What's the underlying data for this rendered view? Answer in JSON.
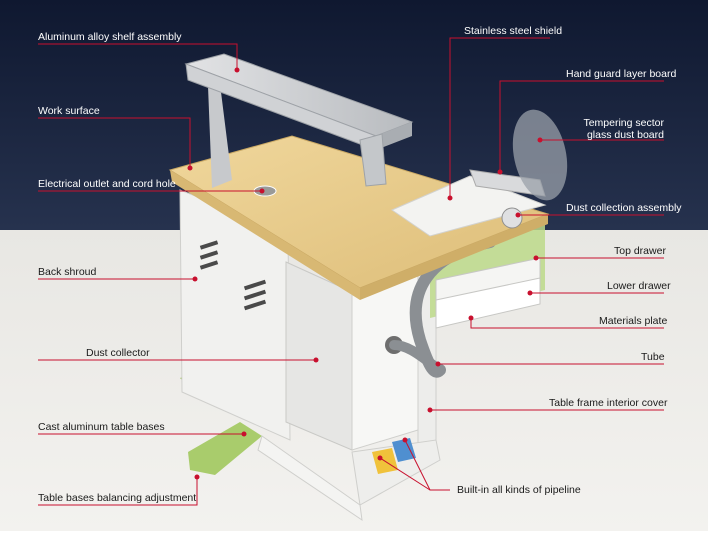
{
  "labels": {
    "aluminum_shelf": "Aluminum alloy shelf assembly",
    "work_surface": "Work surface",
    "outlet": "Electrical outlet and cord hole",
    "back_shroud": "Back shroud",
    "dust_collector": "Dust collector",
    "table_bases": "Cast aluminum table bases",
    "balancing": "Table bases balancing adjustment",
    "steel_shield": "Stainless steel shield",
    "hand_guard": "Hand guard layer board",
    "tempering_line1": "Tempering sector",
    "tempering_line2": "glass dust board",
    "dust_assembly": "Dust collection assembly",
    "top_drawer": "Top drawer",
    "lower_drawer": "Lower drawer",
    "materials_plate": "Materials plate",
    "tube": "Tube",
    "frame_cover": "Table frame interior cover",
    "pipeline": "Built-in all kinds of pipeline"
  },
  "colors": {
    "background_top": "#16213b",
    "background_bottom": "#eceae6",
    "leader_line": "#c8102e",
    "worktop": "#e9cf8f",
    "cabinet": "#f4f4f2",
    "base_green": "#a9cc6c"
  }
}
